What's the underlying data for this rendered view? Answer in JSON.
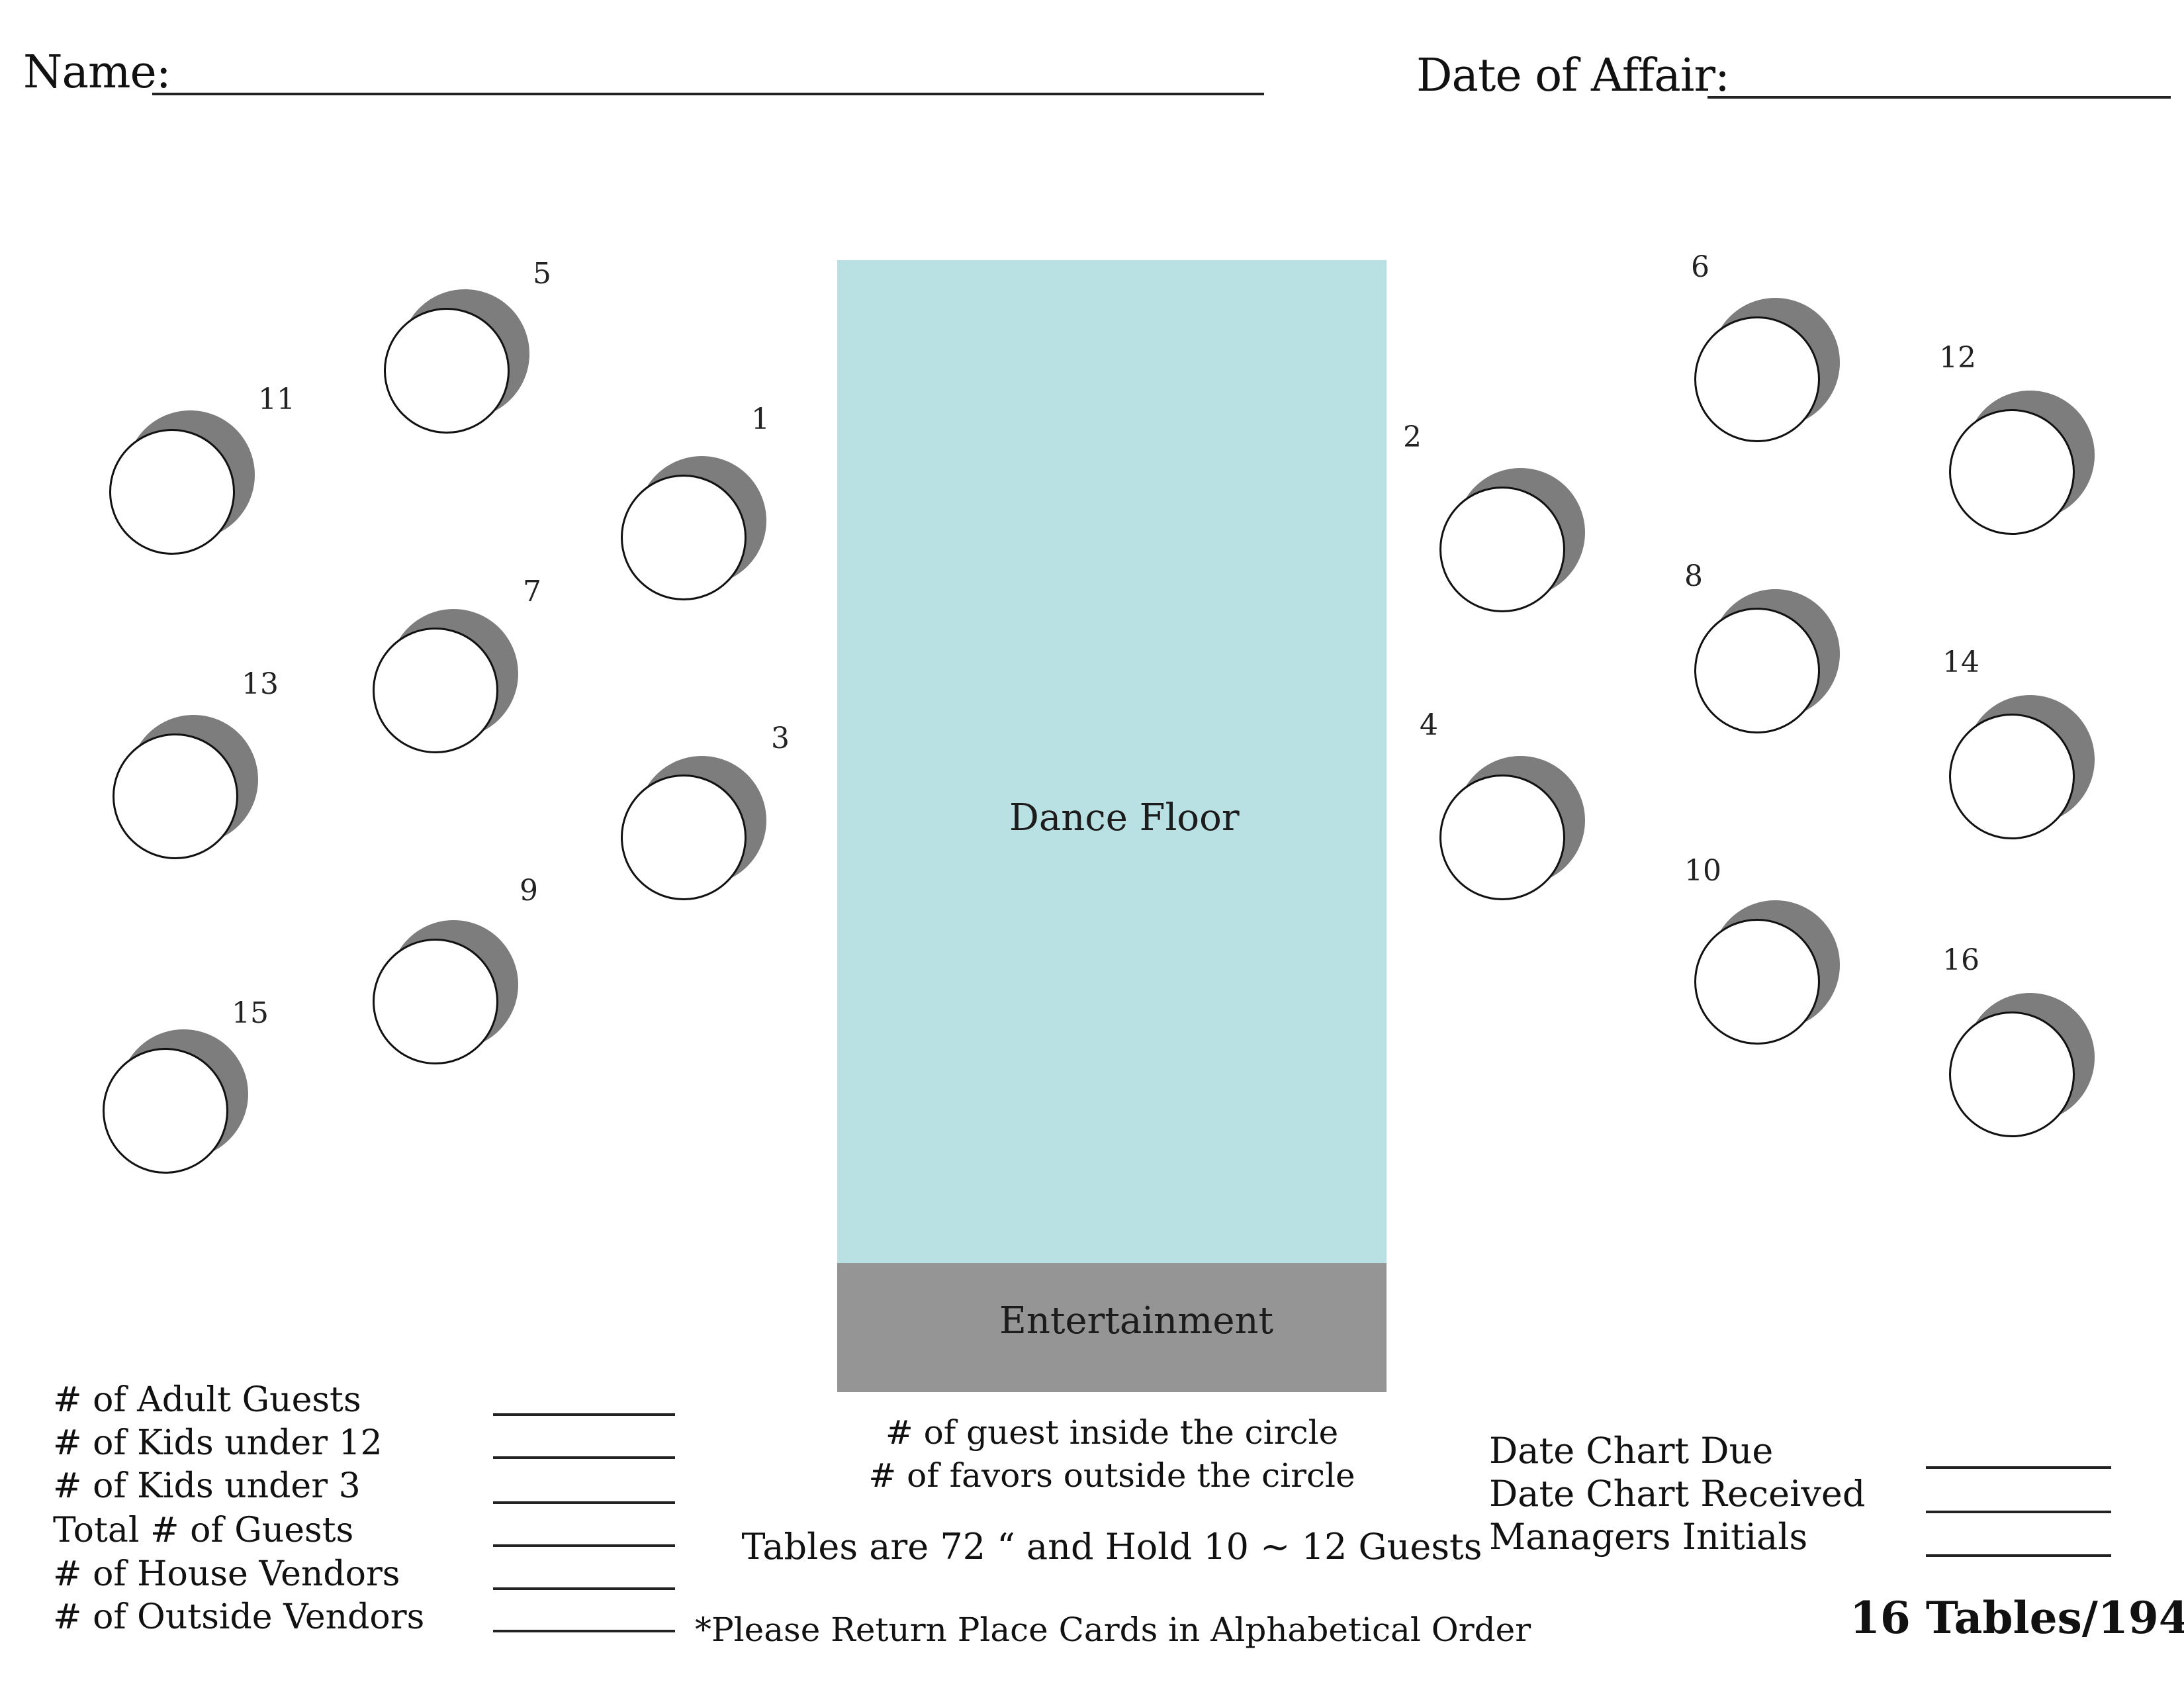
{
  "header": {
    "name_label": "Name:",
    "date_label": "Date of Affair:"
  },
  "tables": [
    {
      "number": "1"
    },
    {
      "number": "2"
    },
    {
      "number": "3"
    },
    {
      "number": "4"
    },
    {
      "number": "5"
    },
    {
      "number": "6"
    },
    {
      "number": "7"
    },
    {
      "number": "8"
    },
    {
      "number": "9"
    },
    {
      "number": "10"
    },
    {
      "number": "11"
    },
    {
      "number": "12"
    },
    {
      "number": "13"
    },
    {
      "number": "14"
    },
    {
      "number": "15"
    },
    {
      "number": "16"
    }
  ],
  "floor": {
    "dance_floor_label": "Dance Floor",
    "entertainment_label": "Entertainment"
  },
  "guest_counts": {
    "items": [
      "# of Adult Guests",
      "# of Kids under 12",
      "# of Kids under 3",
      "Total # of Guests",
      "# of  House Vendors",
      "# of  Outside Vendors"
    ]
  },
  "notes": {
    "inside_circle": "# of guest inside the circle",
    "outside_circle": "# of favors outside the circle",
    "table_size": "Tables are 72 “ and Hold 10 ~ 12 Guests",
    "place_cards": "*Please Return Place Cards in Alphabetical Order"
  },
  "chart_status": {
    "items": [
      "Date Chart Due",
      "Date Chart Received",
      "Managers Initials"
    ]
  },
  "summary": "16 Tables/194",
  "colors": {
    "dance_floor": "#b9e0e3",
    "entertainment": "#959595",
    "table_shadow": "#7d7d7d"
  }
}
